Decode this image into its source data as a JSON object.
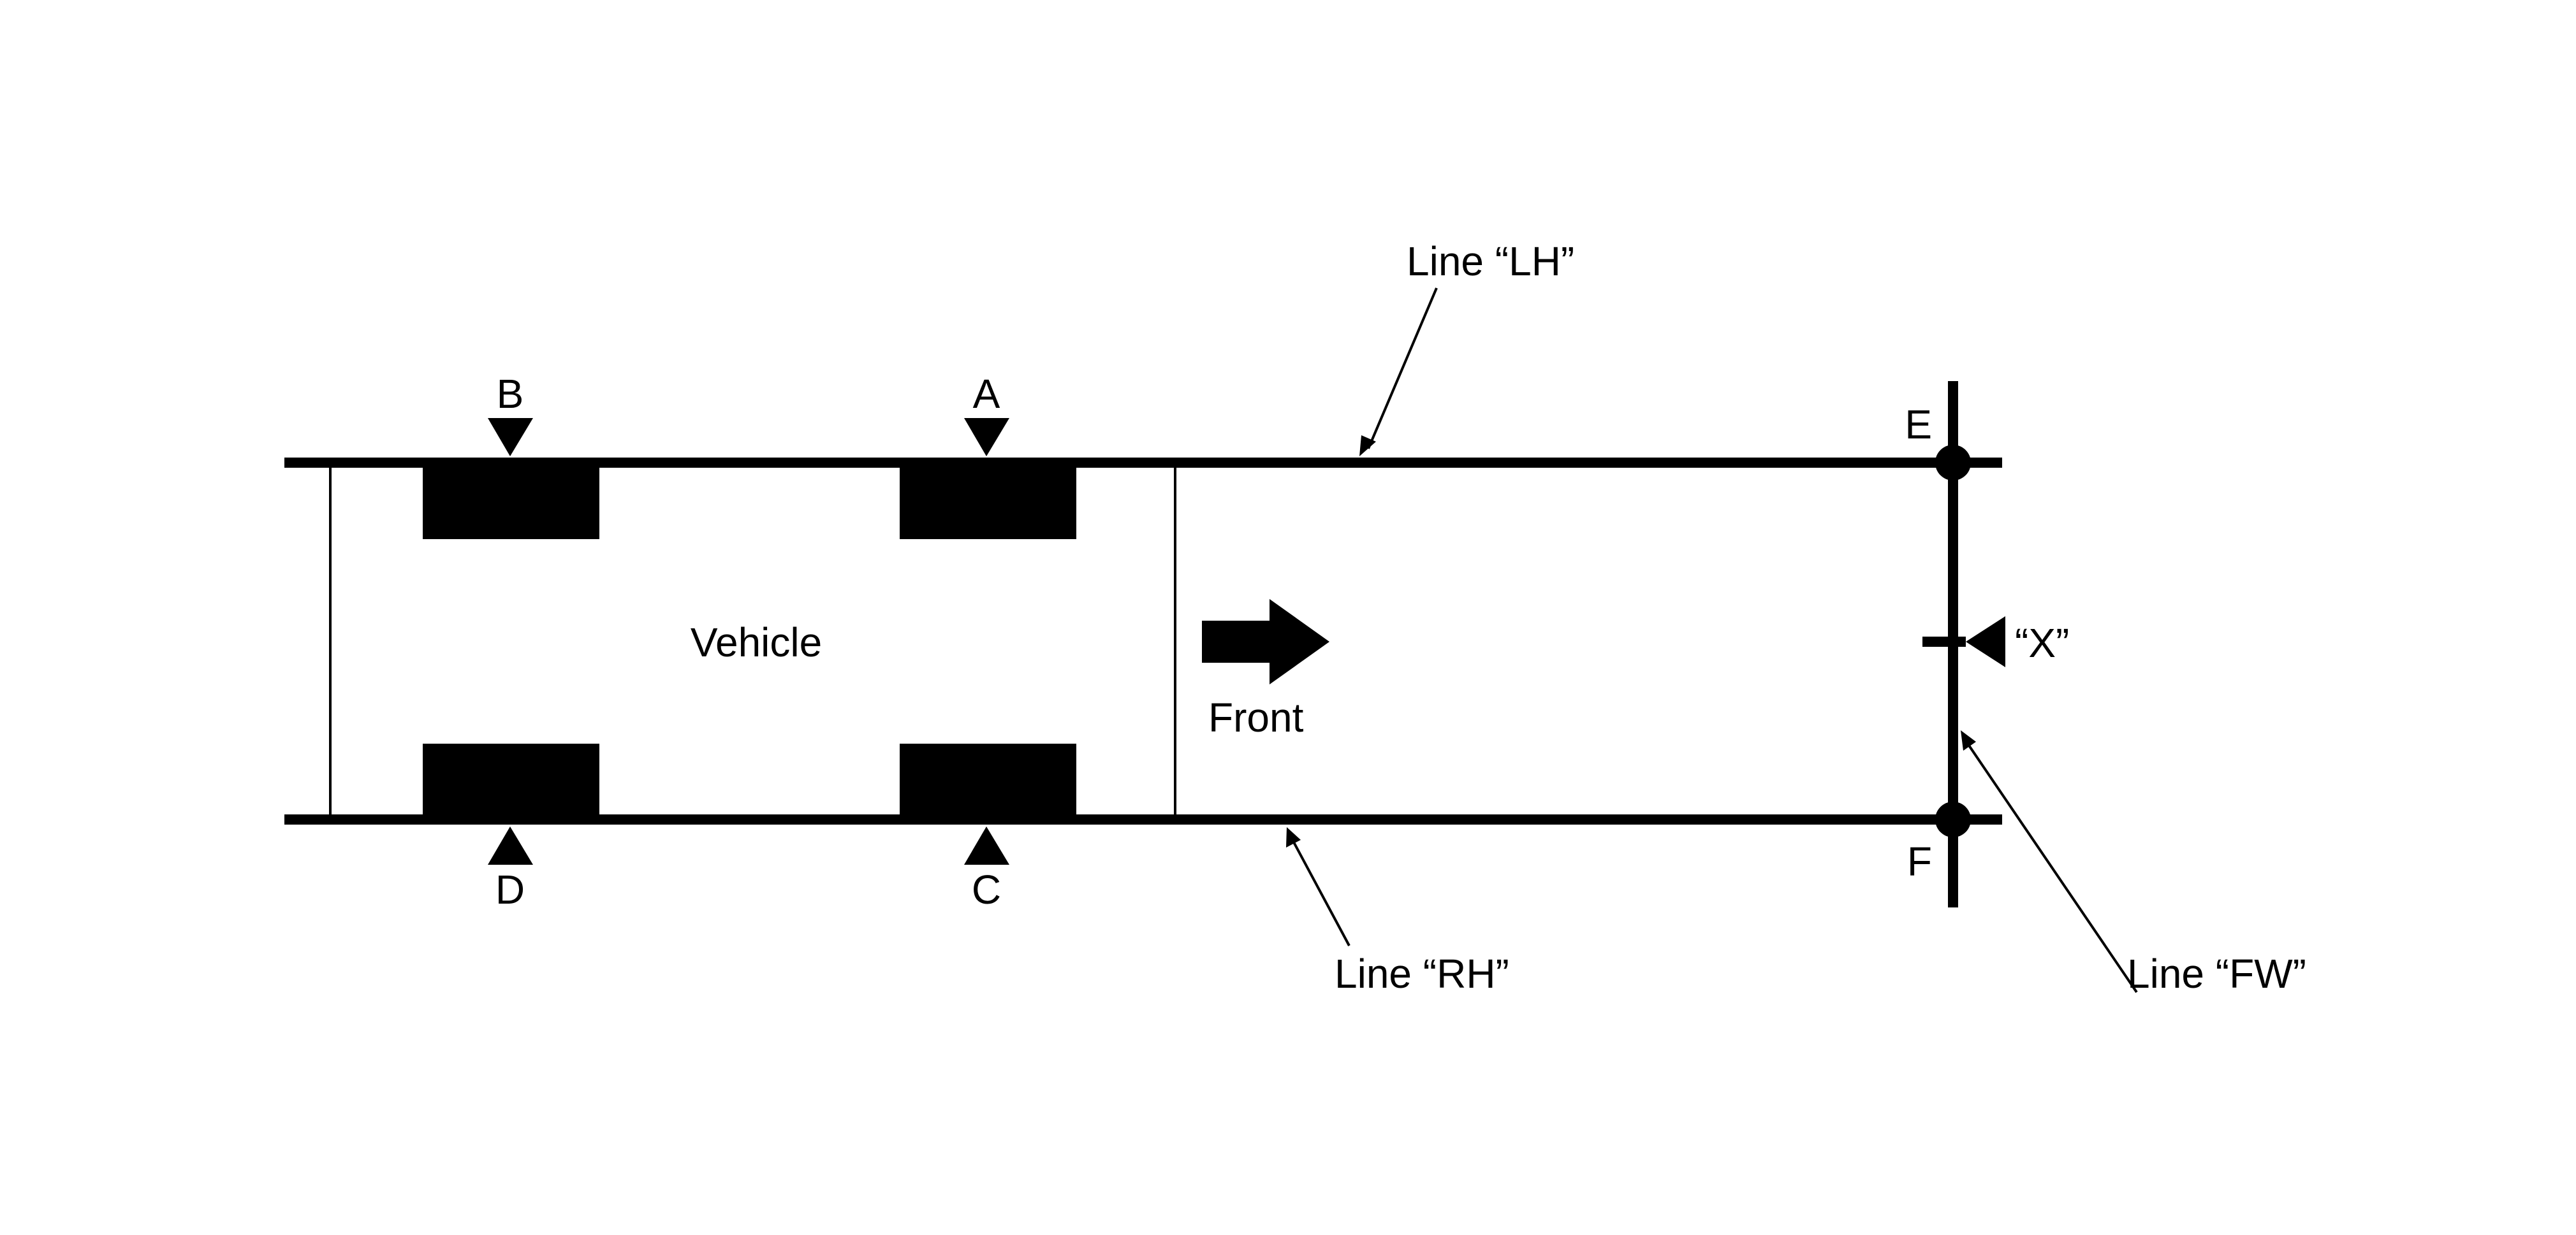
{
  "labels": {
    "vehicle": "Vehicle",
    "front": "Front",
    "line_lh": "Line “LH”",
    "line_rh": "Line “RH”",
    "line_fw": "Line “FW”",
    "point_x": "“X”",
    "point_a": "A",
    "point_b": "B",
    "point_c": "C",
    "point_d": "D",
    "point_e": "E",
    "point_f": "F"
  },
  "colors": {
    "ink": "#000000",
    "background": "#ffffff"
  }
}
